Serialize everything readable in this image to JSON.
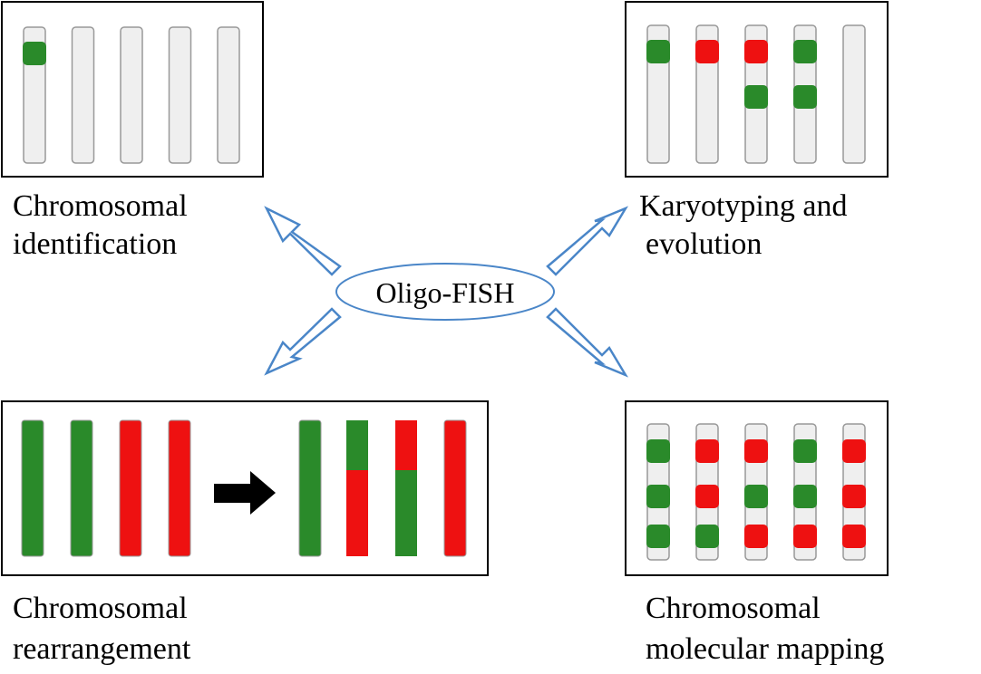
{
  "center_label": "Oligo-FISH",
  "labels": {
    "identification": [
      "Chromosomal",
      "identification"
    ],
    "karyotyping": [
      "Karyotyping and",
      "evolution"
    ],
    "rearrangement": [
      "Chromosomal",
      "rearrangement"
    ],
    "mapping": [
      "Chromosomal",
      "molecular mapping"
    ]
  },
  "colors": {
    "green": "#2a8a2a",
    "red": "#ee1111",
    "chromosome": "#efefef",
    "chromosome_border": "#999999",
    "arrow": "#4a86c8",
    "black_arrow": "#000000"
  },
  "panels": {
    "identification": {
      "chromosomes": [
        {
          "signals": [
            "green"
          ]
        },
        {
          "signals": []
        },
        {
          "signals": []
        },
        {
          "signals": []
        },
        {
          "signals": []
        }
      ]
    },
    "karyotyping": {
      "chromosomes": [
        {
          "signals": [
            "green",
            null
          ]
        },
        {
          "signals": [
            "red",
            null
          ]
        },
        {
          "signals": [
            "red",
            "green"
          ]
        },
        {
          "signals": [
            "green",
            "green"
          ]
        },
        {
          "signals": [
            null,
            null
          ]
        }
      ]
    },
    "mapping": {
      "chromosomes": [
        {
          "signals": [
            "green",
            "green",
            "green"
          ]
        },
        {
          "signals": [
            "red",
            "red",
            "green"
          ]
        },
        {
          "signals": [
            "red",
            "green",
            "red"
          ]
        },
        {
          "signals": [
            "green",
            "green",
            "red"
          ]
        },
        {
          "signals": [
            "red",
            "red",
            "red"
          ]
        }
      ]
    },
    "rearrangement": {
      "before": [
        "green",
        "green",
        "red",
        "red"
      ],
      "after": [
        [
          "green"
        ],
        [
          "green",
          "red"
        ],
        [
          "red",
          "green"
        ],
        [
          "red"
        ]
      ]
    }
  }
}
